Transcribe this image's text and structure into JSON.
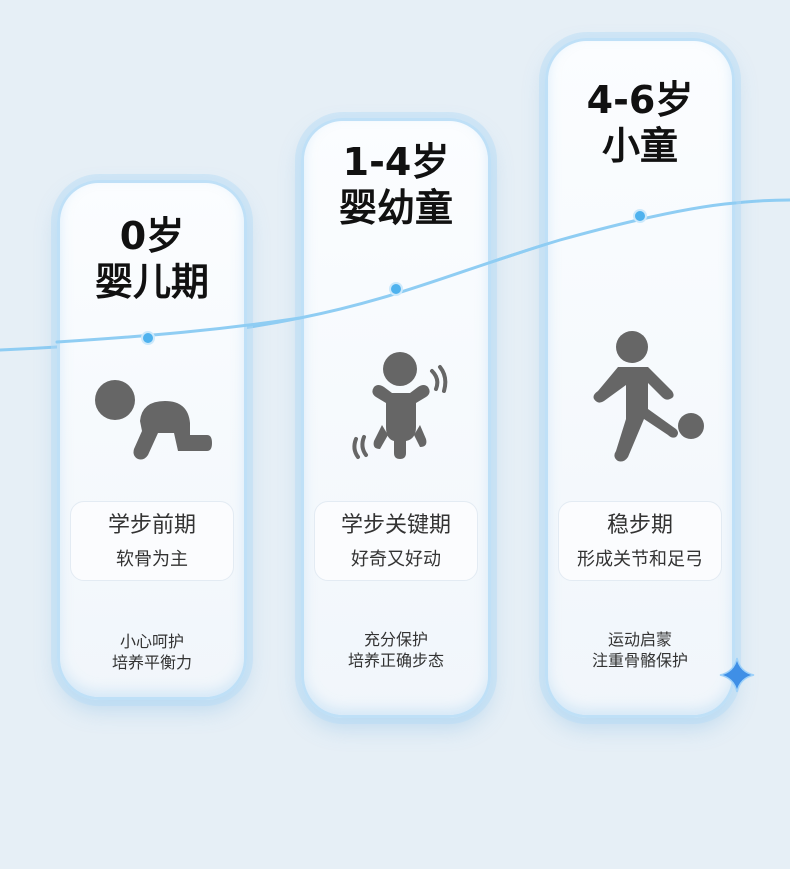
{
  "stages": [
    {
      "age": "0岁",
      "stage": "婴儿期",
      "phase": "学步前期",
      "trait": "软骨为主",
      "advice_1": "小心呵护",
      "advice_2": "培养平衡力",
      "icon": "crawling-baby-icon"
    },
    {
      "age": "1-4岁",
      "stage": "婴幼童",
      "phase": "学步关键期",
      "trait": "好奇又好动",
      "advice_1": "充分保护",
      "advice_2": "培养正确步态",
      "icon": "toddler-icon"
    },
    {
      "age": "4-6岁",
      "stage": "小童",
      "phase": "稳步期",
      "trait": "形成关节和足弓",
      "advice_1": "运动启蒙",
      "advice_2": "注重骨骼保护",
      "icon": "child-kicking-ball-icon"
    }
  ],
  "colors": {
    "background": "#e6eff6",
    "card_border": "#bfe0f7",
    "curve": "#8fcdf3",
    "dot": "#4fb2ee",
    "icon": "#666666",
    "title": "#111111"
  }
}
